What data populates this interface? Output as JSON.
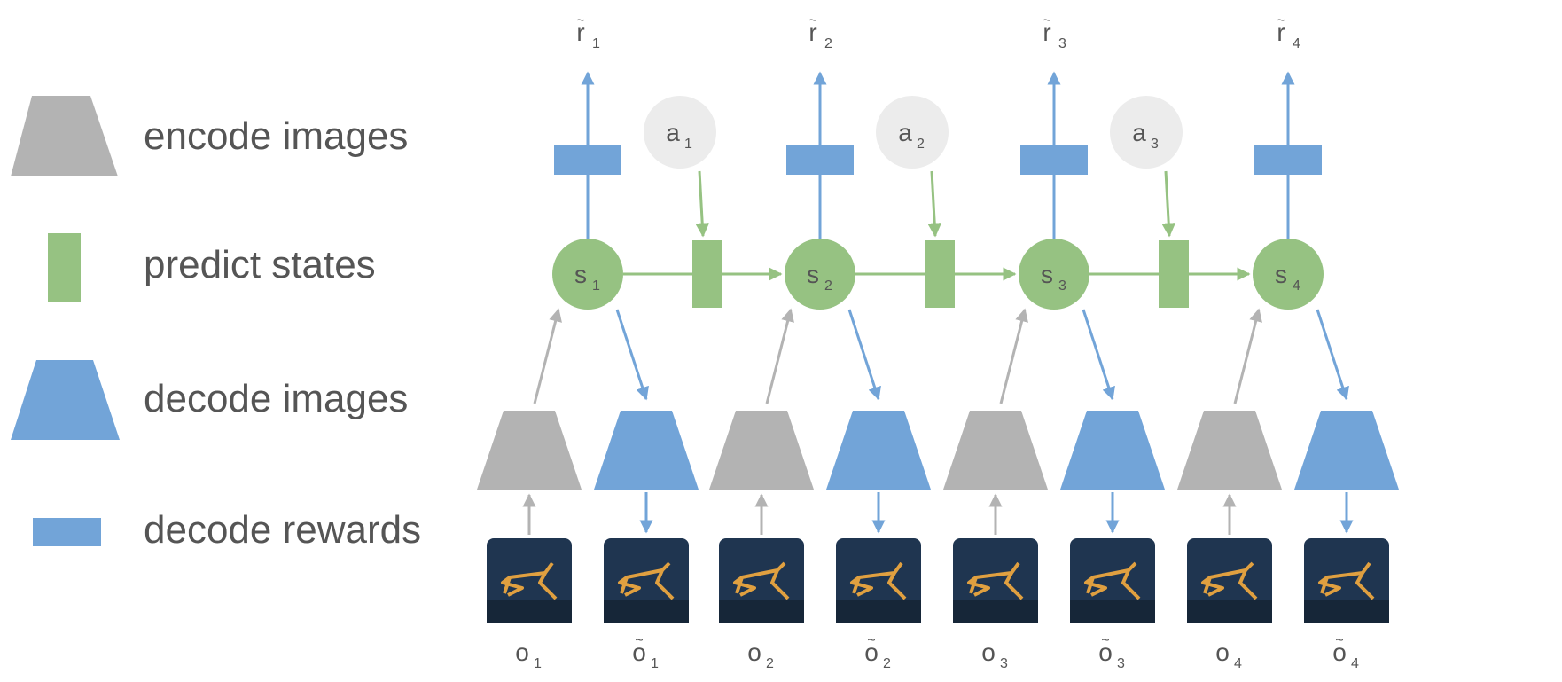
{
  "legend": [
    {
      "shape": "grey-trapezoid",
      "label": "encode images"
    },
    {
      "shape": "green-bar",
      "label": "predict states"
    },
    {
      "shape": "blue-trapezoid",
      "label": "decode images"
    },
    {
      "shape": "blue-bar",
      "label": "decode rewards"
    }
  ],
  "colors": {
    "encoder": "#b3b3b3",
    "state": "#96c282",
    "decoder": "#72a4d8",
    "action": "#ececec",
    "text": "#555555",
    "frame": "#1f3550",
    "limb": "#e0a040"
  },
  "timesteps": [
    {
      "state": "s",
      "state_sub": "1",
      "reward": "r",
      "reward_sub": "1",
      "obs": "o",
      "obs_sub": "1",
      "recon": "o",
      "recon_sub": "1",
      "action": "a",
      "action_sub": "1"
    },
    {
      "state": "s",
      "state_sub": "2",
      "reward": "r",
      "reward_sub": "2",
      "obs": "o",
      "obs_sub": "2",
      "recon": "o",
      "recon_sub": "2",
      "action": "a",
      "action_sub": "2"
    },
    {
      "state": "s",
      "state_sub": "3",
      "reward": "r",
      "reward_sub": "3",
      "obs": "o",
      "obs_sub": "3",
      "recon": "o",
      "recon_sub": "3",
      "action": "a",
      "action_sub": "3"
    },
    {
      "state": "s",
      "state_sub": "4",
      "reward": "r",
      "reward_sub": "4",
      "obs": "o",
      "obs_sub": "4",
      "recon": "o",
      "recon_sub": "4"
    }
  ],
  "tilde": "~"
}
